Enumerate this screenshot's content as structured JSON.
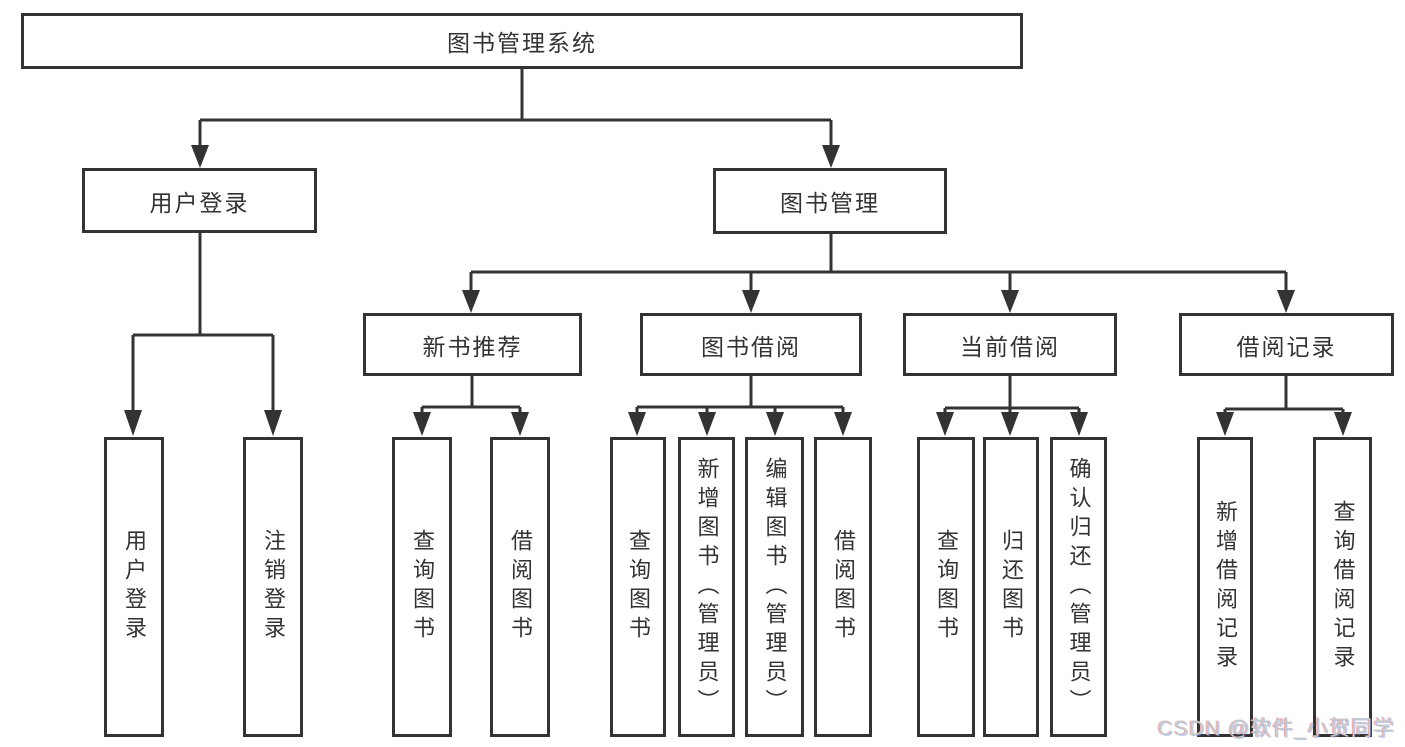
{
  "diagram_title": "图书管理系统",
  "nodes": {
    "root": "图书管理系统",
    "user_login": "用户登录",
    "book_mgmt": "图书管理",
    "new_book_rec": "新书推荐",
    "book_borrow": "图书借阅",
    "current_borrow": "当前借阅",
    "borrow_record": "借阅记录",
    "leaf_user_login": "用户登录",
    "leaf_logout": "注销登录",
    "leaf_query_book_rec": "查询图书",
    "leaf_borrow_book_rec": "借阅图书",
    "leaf_query_book_borrow": "查询图书",
    "leaf_add_book": "新增图书（管理员）",
    "leaf_edit_book": "编辑图书（管理员）",
    "leaf_borrow_book_borrow": "借阅图书",
    "leaf_query_book_current": "查询图书",
    "leaf_return_book": "归还图书",
    "leaf_confirm_return": "确认归还（管理员）",
    "leaf_add_borrow_record": "新增借阅记录",
    "leaf_query_borrow_record": "查询借阅记录"
  },
  "watermark": "CSDN @软件_小贺同学",
  "colors": {
    "line": "#333333",
    "text": "#333333",
    "box_background": "#ffffff",
    "watermark": "#c9c9c9"
  }
}
